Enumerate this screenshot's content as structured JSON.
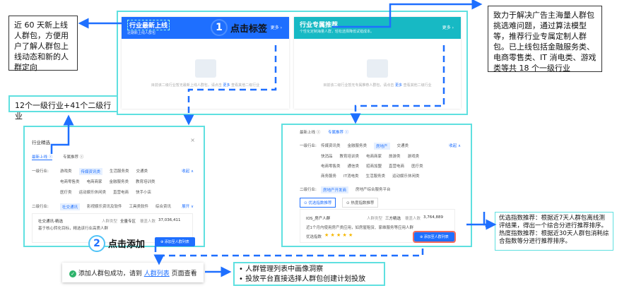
{
  "callouts": {
    "new_audience": "近 60 天新上线人群包，方便用户了解人群包上线动态和新的人群定向",
    "industry_count": "12个一级行业+41个二级行业",
    "exclusive": "致力于解决广告主海量人群包挑选难问题，通过算法模型等，推荐行业专属定制人群包。已上线包括金融服务类、电商零售类、IT 消电类、游戏类等共 18 个一级行业",
    "ranking": [
      "优选指数推荐：根据近7天人群包离线测评结果，得出一个综合分进行推荐排序。",
      "热度指数推荐：根据近30天人群包消耗综合指数等分进行推荐排序。"
    ],
    "usage": [
      "人群管理列表中画像洞察",
      "投放平台直接选择人群包创建计划投放"
    ]
  },
  "steps": {
    "s1_num": "1",
    "s1": "点击标签",
    "s2_num": "2",
    "s2": "点击添加"
  },
  "cards": {
    "left": {
      "title": "行业最新上线",
      "subtitle": "近期新上线人群包",
      "more": "更多 ›",
      "empty_pre": "目前该二级行业暂无最新上线人群包，请点击 ",
      "empty_link": "更多",
      "empty_post": " 查看其他二级行业"
    },
    "right": {
      "title": "行业专属推荐",
      "subtitle": "个性化定制海量人群，轻松选择降低试错成本。",
      "more": "更多 ›",
      "empty_pre": "目前该二级行业暂无专属推荐人群包，请点击 ",
      "empty_link": "更多",
      "empty_post": " 查看其他二级行业"
    }
  },
  "left_modal": {
    "title": "行业精选",
    "close": "×",
    "tabs": [
      "最新上线 ⓘ",
      "专属推荐 ⓘ"
    ],
    "l1_label": "一级行业:",
    "l1": [
      [
        "游戏类",
        "传媒资讯类",
        "生活服务类",
        "交通类"
      ],
      [
        "电商零售类",
        "电商商家",
        "金融服务类",
        "教育培训类"
      ],
      [
        "医疗类",
        "运动娱乐休闲类",
        "直营电商",
        "快手小店"
      ]
    ],
    "collapse": "收起 ∧",
    "l2_label": "二级行业:",
    "l2": [
      "社交通讯",
      "影视娱乐资讯及软件",
      "工具类软件",
      "综合资讯"
    ],
    "expand": "展开 ∨",
    "item": {
      "name": "社交通讯-精选",
      "type_label": "人群类型",
      "type": "全量专区",
      "size_label": "覆盖人数",
      "size": "37,036,411",
      "desc": "基于核心转化目标，精选该行业高质人群"
    },
    "add": "⊕ 添加至人群列表"
  },
  "right_modal": {
    "tabs": [
      "最新上线 ⓘ",
      "专属推荐 ⓘ"
    ],
    "l1_label": "一级行业:",
    "l1": [
      [
        "传媒资讯类",
        "金融服务类",
        "房地产",
        "交通类"
      ],
      [
        "快消品",
        "教育培训类",
        "电商商家",
        "旅游类",
        "游戏类"
      ],
      [
        "电商零售类",
        "通信类",
        "招商加盟",
        "直营电商",
        "医疗类"
      ],
      [
        "商务服务",
        "IT消电类",
        "生活服务类",
        "运动娱乐休闲类"
      ]
    ],
    "collapse": "收起 ∧",
    "l2_label": "二级行业:",
    "l2": [
      "房地产开发商",
      "房地产综合服务平台"
    ],
    "sort_tabs": [
      "⊙ 优选指数推荐",
      "⊙ 热度指数推荐"
    ],
    "item": {
      "name": "IOS_房产人群",
      "type_label": "人群类型",
      "type": "三方精选",
      "size_label": "覆盖人数",
      "size": "3,764,889",
      "desc": "近1个月内使用房产类应用，如房屋租赁、家维服务等应用人群",
      "score_label": "优选指数",
      "stars": 5
    },
    "add": "⊕ 添加至人群列表"
  },
  "toast": {
    "pre": "添加人群包成功，请到 ",
    "link": "人群列表",
    "post": " 页面查看"
  },
  "colors": {
    "accent": "#1e6fff",
    "teal": "#17b9c4",
    "frame": "#5fe0e0",
    "success": "#2db36b"
  }
}
